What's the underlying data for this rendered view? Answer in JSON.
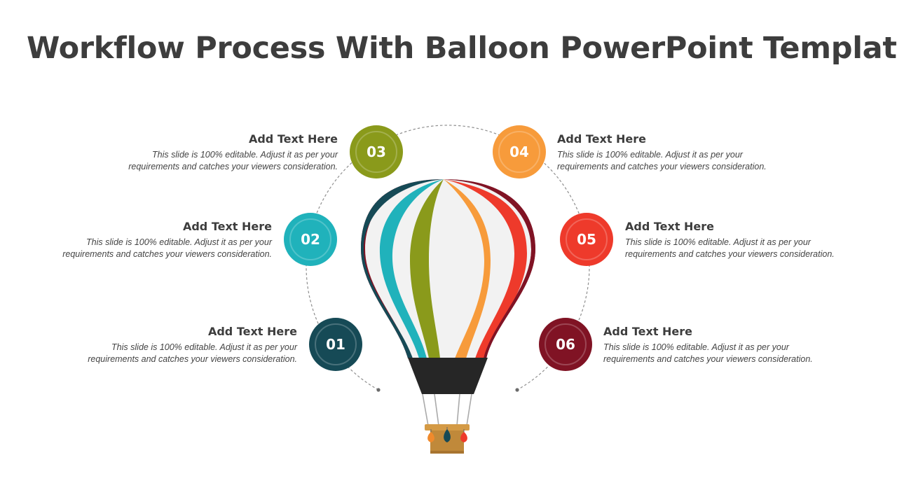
{
  "title": "Workflow Process With Balloon PowerPoint Template",
  "steps": [
    {
      "number": "01",
      "heading": "Add Text Here",
      "body": "This slide is 100% editable. Adjust it as per your requirements and catches your viewers consideration.",
      "color": "#164a56"
    },
    {
      "number": "02",
      "heading": "Add Text Here",
      "body": "This slide is 100% editable. Adjust it as per your requirements and catches your viewers consideration.",
      "color": "#20b2bb"
    },
    {
      "number": "03",
      "heading": "Add Text Here",
      "body": "This slide is 100% editable. Adjust it as per your requirements and catches your viewers consideration.",
      "color": "#8a9a1b"
    },
    {
      "number": "04",
      "heading": "Add Text Here",
      "body": "This slide is 100% editable. Adjust it as per your requirements and catches your viewers consideration.",
      "color": "#f79b3b"
    },
    {
      "number": "05",
      "heading": "Add Text Here",
      "body": "This slide is 100% editable. Adjust it as per your requirements and catches your viewers consideration.",
      "color": "#ee3a2b"
    },
    {
      "number": "06",
      "heading": "Add Text Here",
      "body": "This slide is 100% editable. Adjust it as per your requirements and catches your viewers consideration.",
      "color": "#801324"
    }
  ],
  "balloon": {
    "stripe_colors": [
      "#164a56",
      "#20b2bb",
      "#8a9a1b",
      "#f79b3b",
      "#ee3a2b",
      "#801324"
    ],
    "band_color": "#262626",
    "basket_color": "#c0893a"
  }
}
